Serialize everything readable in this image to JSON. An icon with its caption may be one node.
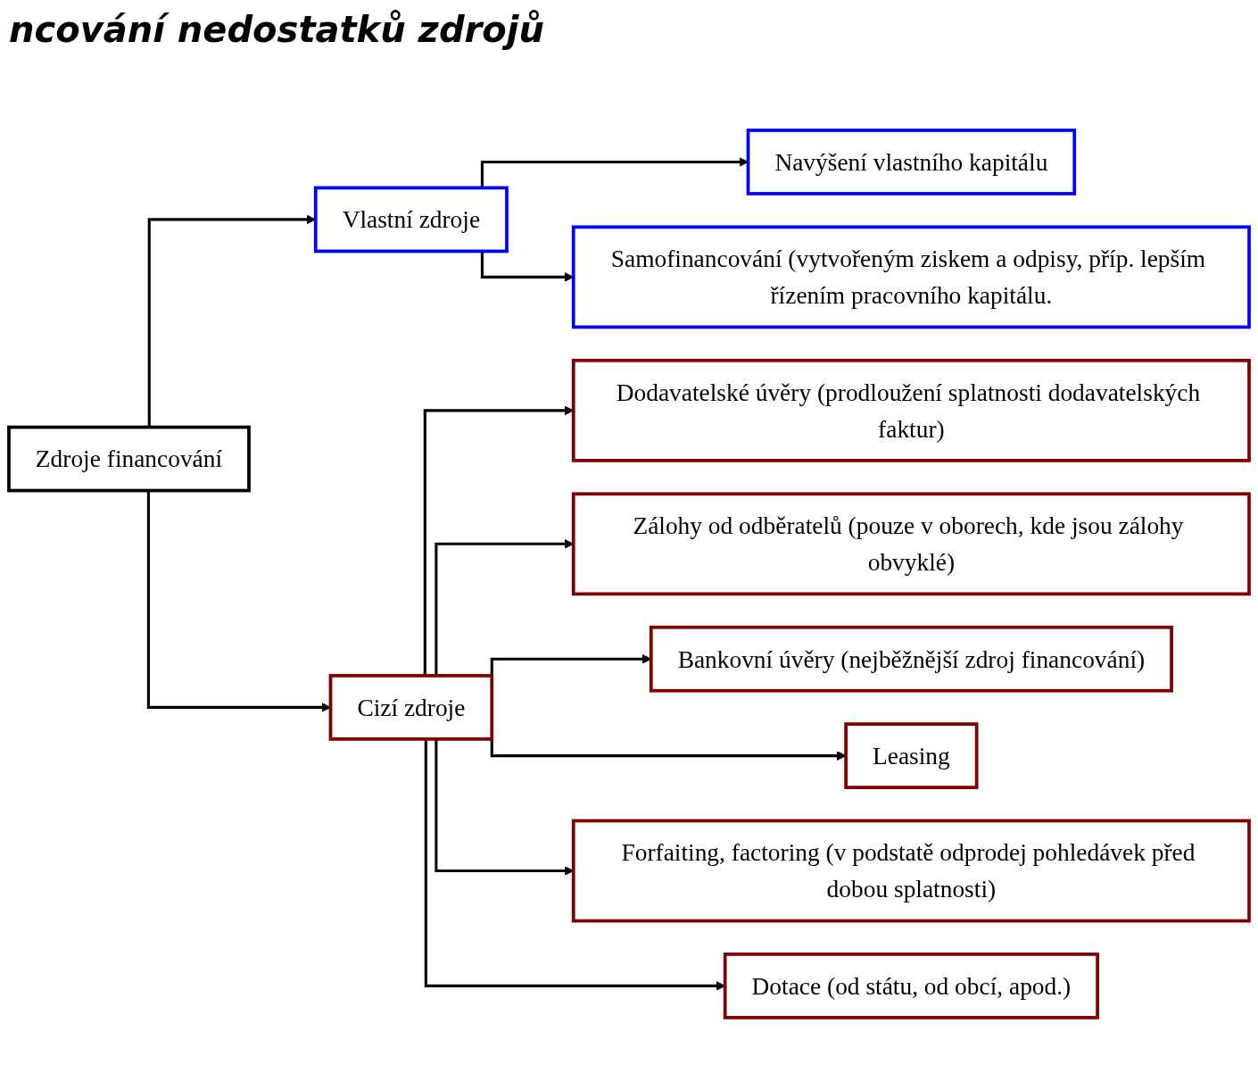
{
  "diagram": {
    "title": "ncování nedostatků zdrojů",
    "nodes": [
      {
        "text": [
          "Zdroje financování"
        ]
      },
      {
        "text": [
          "Vlastní zdroje"
        ]
      },
      {
        "text": [
          "Cizí zdroje"
        ]
      },
      {
        "text": [
          "Navýšení vlastního kapitálu"
        ]
      },
      {
        "text": [
          "Samofinancování (vytvořeným ziskem a odpisy, příp. lepším řízením pracovního kapitálu."
        ]
      },
      {
        "text": [
          "Dodavatelské úvěry (prodloužení splatnosti dodavatelských faktur)"
        ]
      },
      {
        "text": [
          "Zálohy od odběratelů (pouze v oborech, kde jsou zálohy obvyklé)"
        ]
      },
      {
        "text": [
          "Bankovní úvěry (nejběžnější zdroj financování)"
        ]
      },
      {
        "text": [
          "Leasing"
        ]
      },
      {
        "text": [
          "Forfaiting, factoring (v podstatě odprodej pohledávek před dobou splatnosti)"
        ]
      },
      {
        "text": [
          "Dotace (od státu, od obcí, apod.)"
        ]
      }
    ],
    "edges": [
      {
        "from": 0,
        "to": 1,
        "arrow": "to"
      },
      {
        "from": 0,
        "to": 2,
        "arrow": "to"
      },
      {
        "from": 1,
        "to": 3,
        "arrow": "to"
      },
      {
        "from": 1,
        "to": 4,
        "arrow": "to"
      },
      {
        "from": 2,
        "to": 5,
        "arrow": "to"
      },
      {
        "from": 2,
        "to": 6,
        "arrow": "to"
      },
      {
        "from": 2,
        "to": 7,
        "arrow": "to"
      },
      {
        "from": 2,
        "to": 8,
        "arrow": "to"
      },
      {
        "from": 2,
        "to": 9,
        "arrow": "to"
      },
      {
        "from": 2,
        "to": 10,
        "arrow": "to"
      }
    ]
  }
}
